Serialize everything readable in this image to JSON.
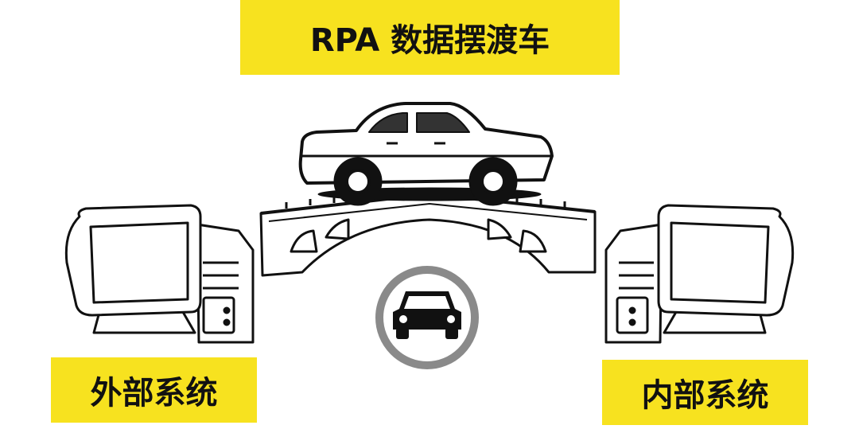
{
  "title": "RPA 数据摆渡车",
  "left_label": "外部系统",
  "right_label": "内部系统",
  "icons": [
    "car-icon",
    "bridge-icon",
    "computer-icon",
    "computer-icon",
    "car-sign-icon"
  ],
  "colors": {
    "highlight": "#f7e21f",
    "line": "#111111",
    "sign_ring": "#8a8a8a"
  }
}
